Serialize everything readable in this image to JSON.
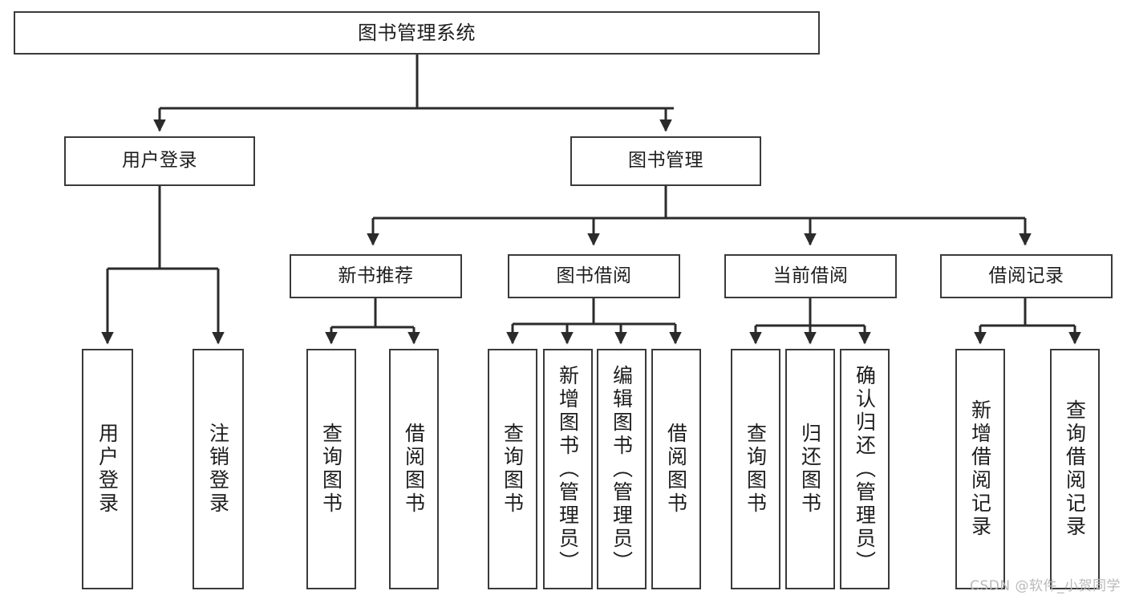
{
  "diagram": {
    "type": "tree",
    "title": "图书管理系统",
    "root": {
      "id": "root",
      "label": "图书管理系统"
    },
    "level1": [
      {
        "id": "user-login",
        "label": "用户登录"
      },
      {
        "id": "book-manage",
        "label": "图书管理"
      }
    ],
    "level2": [
      {
        "id": "new-book-recommend",
        "label": "新书推荐",
        "parent": "book-manage"
      },
      {
        "id": "book-borrow",
        "label": "图书借阅",
        "parent": "book-manage"
      },
      {
        "id": "current-borrow",
        "label": "当前借阅",
        "parent": "book-manage"
      },
      {
        "id": "borrow-record",
        "label": "借阅记录",
        "parent": "book-manage"
      }
    ],
    "leaves": [
      {
        "id": "leaf-user-login",
        "label": "用户登录",
        "parent": "user-login"
      },
      {
        "id": "leaf-user-logout",
        "label": "注销登录",
        "parent": "user-login"
      },
      {
        "id": "leaf-query-book-1",
        "label": "查询图书",
        "parent": "new-book-recommend"
      },
      {
        "id": "leaf-borrow-book-1",
        "label": "借阅图书",
        "parent": "new-book-recommend"
      },
      {
        "id": "leaf-query-book-2",
        "label": "查询图书",
        "parent": "book-borrow"
      },
      {
        "id": "leaf-add-book",
        "label": "新增图书（管理员）",
        "parent": "book-borrow"
      },
      {
        "id": "leaf-edit-book",
        "label": "编辑图书（管理员）",
        "parent": "book-borrow"
      },
      {
        "id": "leaf-borrow-book-2",
        "label": "借阅图书",
        "parent": "book-borrow"
      },
      {
        "id": "leaf-query-book-3",
        "label": "查询图书",
        "parent": "current-borrow"
      },
      {
        "id": "leaf-return-book",
        "label": "归还图书",
        "parent": "current-borrow"
      },
      {
        "id": "leaf-confirm-return",
        "label": "确认归还（管理员）",
        "parent": "current-borrow"
      },
      {
        "id": "leaf-add-record",
        "label": "新增借阅记录",
        "parent": "borrow-record"
      },
      {
        "id": "leaf-query-record",
        "label": "查询借阅记录",
        "parent": "borrow-record"
      }
    ],
    "colors": {
      "stroke": "#3a3a3a",
      "background": "#ffffff",
      "text": "#1d1d1d",
      "watermark": "#b9b9b9"
    }
  },
  "watermark": {
    "text": "CSDN @软件_小贺同学"
  }
}
